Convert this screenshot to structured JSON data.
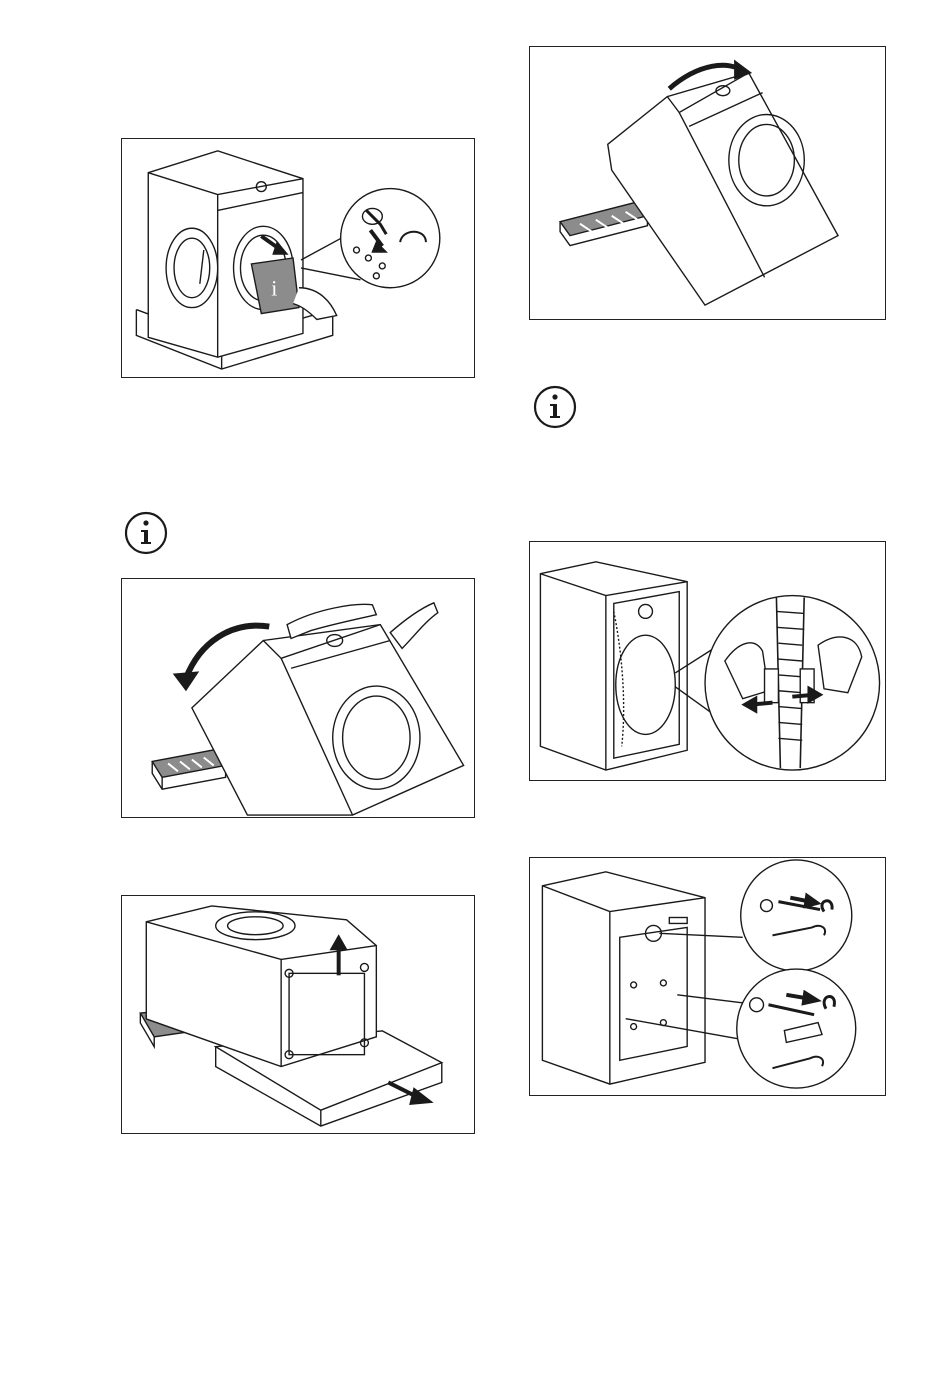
{
  "figures": [
    {
      "id": "fig-unpack-accessories",
      "description_icon": "washing-machine-open-door-icon"
    },
    {
      "id": "fig-tilt-back",
      "description_icon": "washing-machine-tilt-icon"
    },
    {
      "id": "fig-remove-base",
      "description_icon": "washing-machine-base-icon"
    },
    {
      "id": "fig-tilt-forward",
      "description_icon": "washing-machine-tilt-icon"
    },
    {
      "id": "fig-remove-hose-clip",
      "description_icon": "hose-clip-icon"
    },
    {
      "id": "fig-remove-transit-bolts",
      "description_icon": "transit-bolt-icon"
    }
  ],
  "info_icons": [
    {
      "glyph": "i"
    },
    {
      "glyph": "i"
    }
  ],
  "colors": {
    "line": "#1a1a1a",
    "shade": "#8c8c8c",
    "light": "#d9d9d9"
  }
}
